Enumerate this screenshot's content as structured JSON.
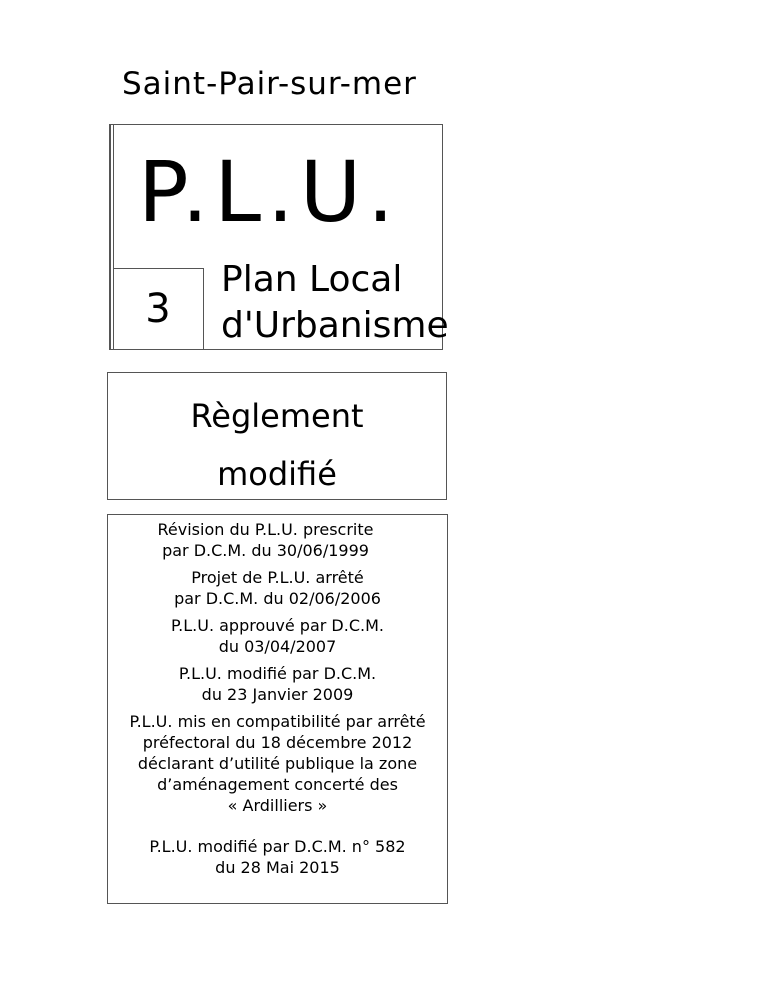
{
  "town": "Saint-Pair-sur-mer",
  "plu_title": "P.L.U.",
  "doc_number": "3",
  "plu_subtitle": "Plan Local\nd'Urbanisme",
  "reglement": [
    "Règlement",
    "modifié"
  ],
  "history": [
    "Révision du P.L.U. prescrite\npar D.C.M. du 30/06/1999",
    "Projet de P.L.U. arrêté\npar D.C.M. du 02/06/2006",
    "P.L.U. approuvé par D.C.M.\ndu 03/04/2007",
    "P.L.U. modifié par D.C.M.\ndu 23 Janvier 2009",
    "P.L.U. mis en compatibilité par arrêté\npréfectoral du 18 décembre 2012\ndéclarant d’utilité publique la zone\nd’aménagement concerté des\n« Ardilliers »",
    "P.L.U. modifié par D.C.M. n° 582\ndu 28 Mai 2015"
  ]
}
